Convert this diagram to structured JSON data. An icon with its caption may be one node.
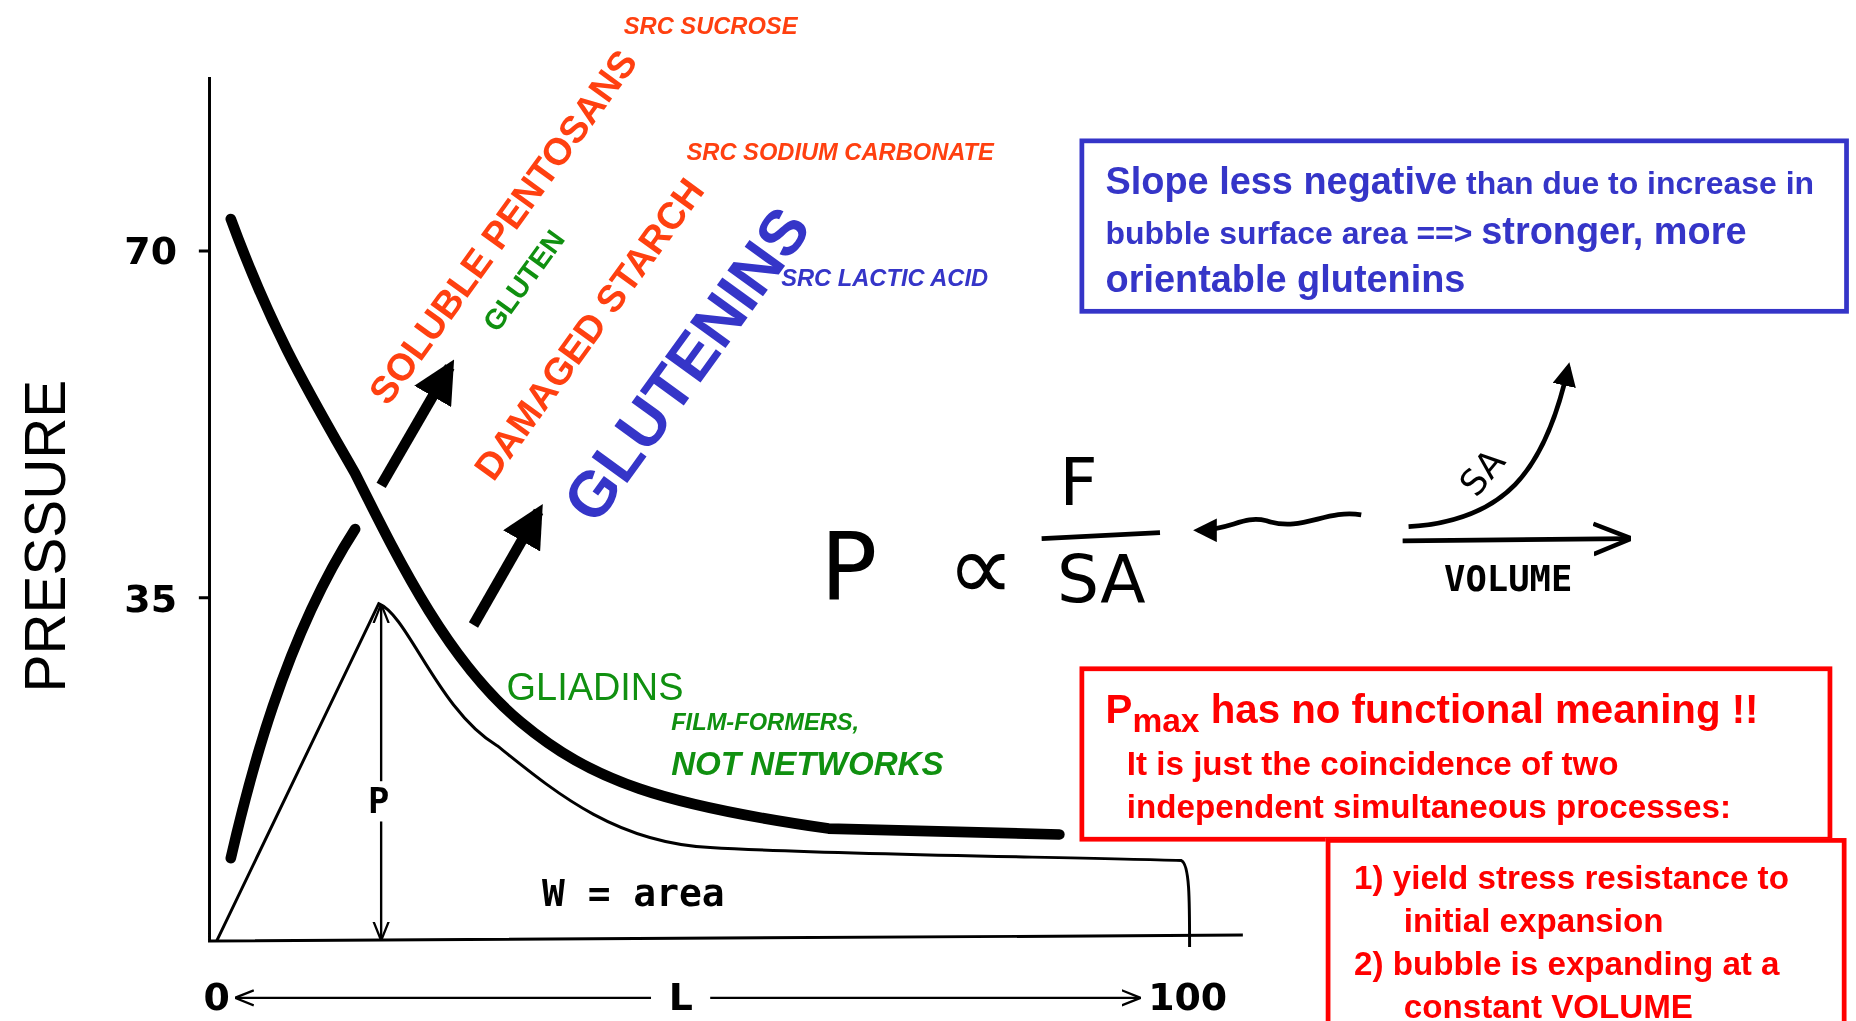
{
  "diagram": {
    "nodes": [
      {
        "text": [
          "**Slope less negative** than due to increase in bubble surface area ==> **stronger, more orientable glutenins**"
        ]
      },
      {
        "text": [
          "P$_{max}$ has no functional meaning !!",
          "It is just the coincidence of two independent simultaneous processes:"
        ]
      },
      {
        "text": [
          "1) yield stress resistance to initial expansion",
          "2) bubble is expanding at a constant VOLUME"
        ]
      }
    ],
    "labels": [
      "SRC SUCROSE",
      "SOLUBLE PENTOSANS",
      "SRC SODIUM CARBONATE",
      "GLUTEN",
      "DAMAGED STARCH",
      "GLUTENINS",
      "SRC LACTIC ACID",
      "70",
      "PRESSURE",
      "P",
      "∝",
      "F",
      "SA",
      "SA",
      "VOLUME",
      "35",
      "GLIADINS",
      "FILM-FORMERS,",
      "NOT NETWORKS",
      "P",
      "W = area",
      "0",
      "L",
      "100"
    ]
  }
}
